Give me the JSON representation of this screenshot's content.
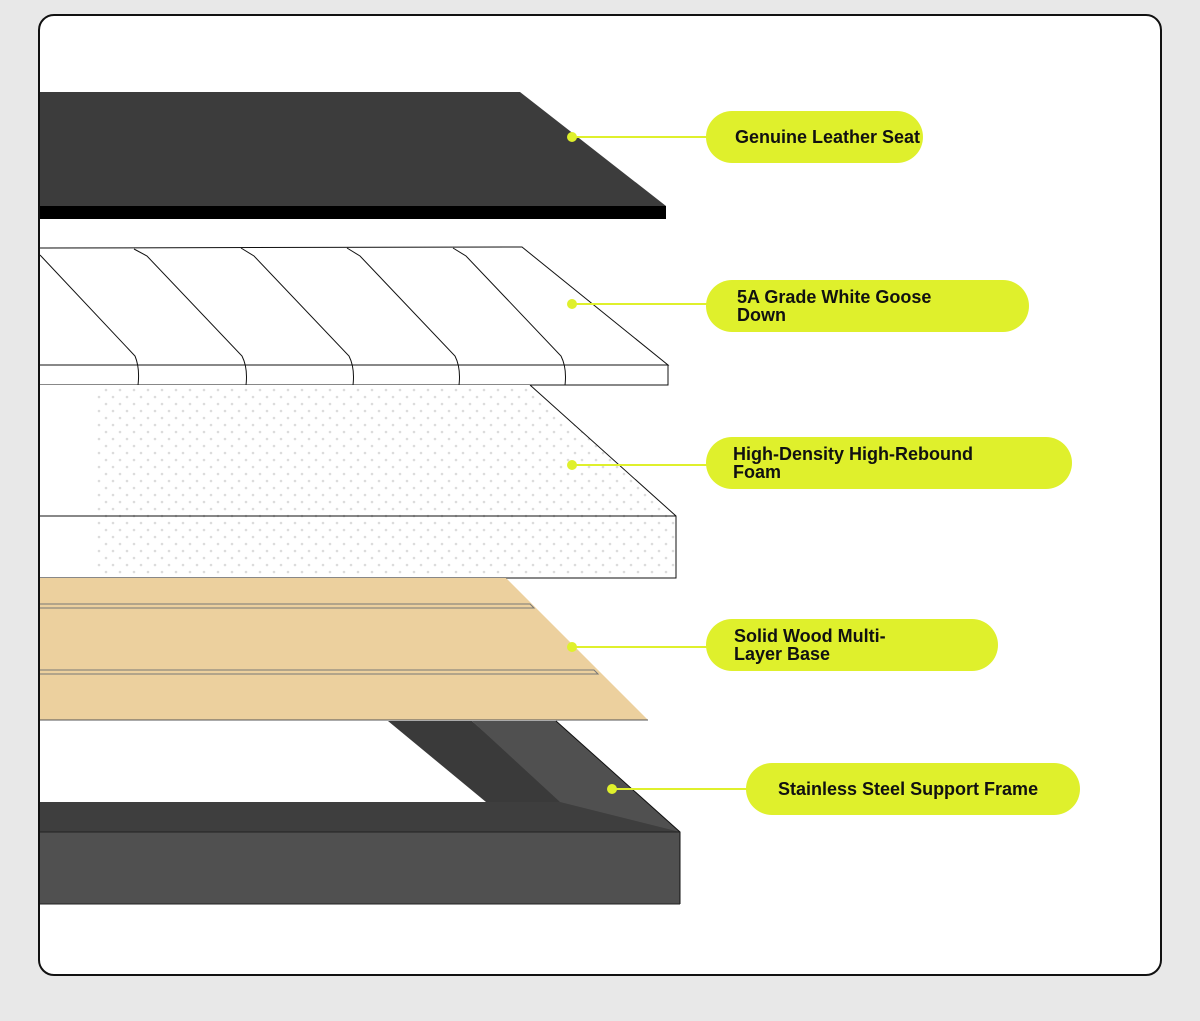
{
  "colors": {
    "pill": "#dff02c",
    "leader": "#dff02c",
    "leather": "#3c3c3c",
    "leather_edge": "#000000",
    "wood": "#ecd09e",
    "steel": "#505050",
    "outline": "#111111",
    "background": "#e8e8e8",
    "card": "#ffffff"
  },
  "layers": [
    {
      "label": "Genuine Leather Seat"
    },
    {
      "label": "5A Grade White Goose Down"
    },
    {
      "label": "High-Density High-Rebound Foam"
    },
    {
      "label": "Solid Wood Multi-Layer Base"
    },
    {
      "label": "Stainless Steel Support Frame"
    }
  ]
}
